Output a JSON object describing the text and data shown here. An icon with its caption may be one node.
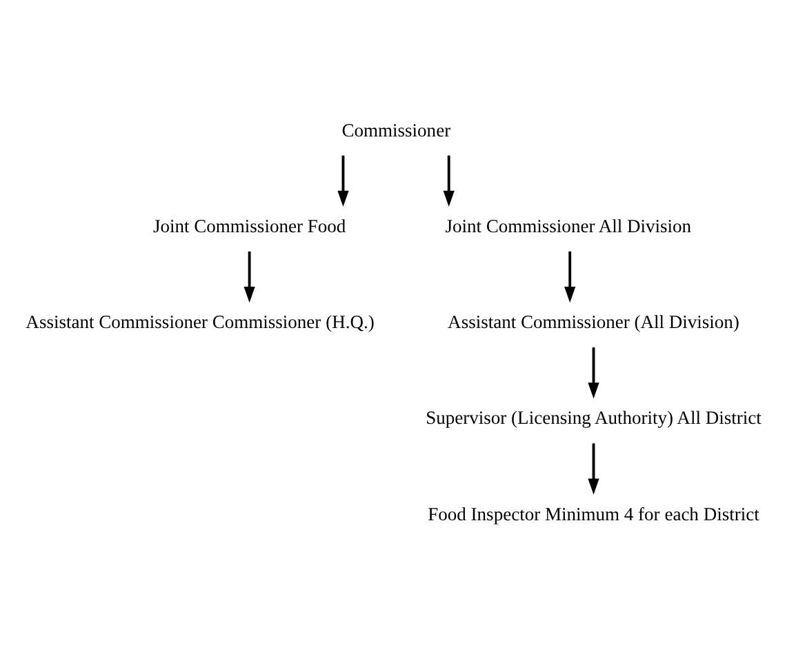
{
  "diagram": {
    "nodes": [
      {
        "text": [
          "Commissioner"
        ]
      },
      {
        "text": [
          "Joint Commissioner Food"
        ]
      },
      {
        "text": [
          "Assistant Commissioner Commissioner (H.Q.)"
        ]
      },
      {
        "text": [
          "Joint Commissioner All Division"
        ]
      },
      {
        "text": [
          "Assistant Commissioner (All Division)"
        ]
      },
      {
        "text": [
          "Supervisor (Licensing Authority) All District"
        ]
      },
      {
        "text": [
          "Food Inspector Minimum 4 for each District"
        ]
      }
    ],
    "edges": [
      {
        "from": 0,
        "to": 1,
        "arrow": "to"
      },
      {
        "from": 0,
        "to": 3,
        "arrow": "to"
      },
      {
        "from": 1,
        "to": 2,
        "arrow": "to"
      },
      {
        "from": 3,
        "to": 4,
        "arrow": "to"
      },
      {
        "from": 4,
        "to": 5,
        "arrow": "to"
      },
      {
        "from": 5,
        "to": 6,
        "arrow": "to"
      }
    ]
  }
}
